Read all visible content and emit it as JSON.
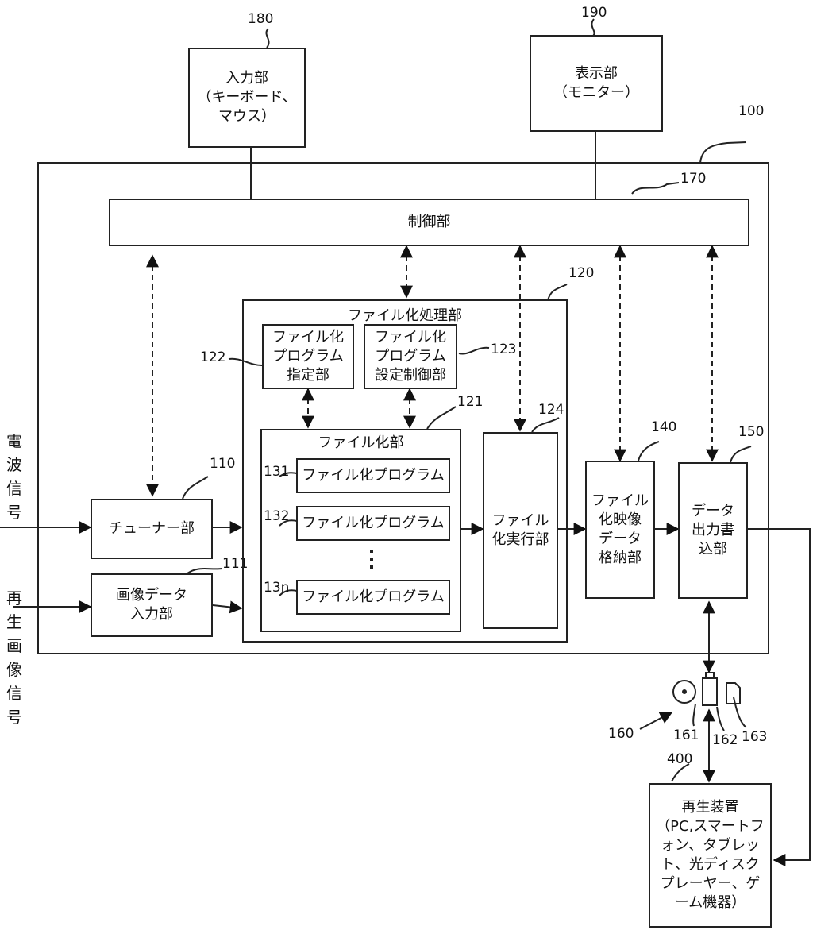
{
  "nodes": {
    "input": "入力部\n（キーボード、\nマウス）",
    "display": "表示部\n（モニター）",
    "control": "制御部",
    "file_proc": "ファイル化処理部",
    "file_prog_spec": "ファイル化\nプログラム\n指定部",
    "file_prog_setting": "ファイル化\nプログラム\n設定制御部",
    "file_unit": "ファイル化部",
    "prog1": "ファイル化プログラム",
    "prog2": "ファイル化プログラム",
    "progn": "ファイル化プログラム",
    "exec": "ファイル\n化実行部",
    "tuner": "チューナー部",
    "image_input": "画像データ\n入力部",
    "storage": "ファイル\n化映像\nデータ\n格納部",
    "writer": "データ\n出力書\n込部",
    "player": "再生装置\n（PC,スマートフ\nォン、タブレッ\nト、光ディスク\nプレーヤー、ゲ\nーム機器）"
  },
  "refs": {
    "r180": "180",
    "r190": "190",
    "r100": "100",
    "r170": "170",
    "r120": "120",
    "r122": "122",
    "r123": "123",
    "r121": "121",
    "r124": "124",
    "r110": "110",
    "r111": "111",
    "r140": "140",
    "r150": "150",
    "r131": "131",
    "r132": "132",
    "r13n": "13n",
    "r160": "160",
    "r161": "161",
    "r162": "162",
    "r163": "163",
    "r400": "400"
  },
  "side_labels": {
    "radio_signal": "電\n波\n信\n号",
    "playback_signal": "再\n生\n画\n像\n信\n号"
  }
}
